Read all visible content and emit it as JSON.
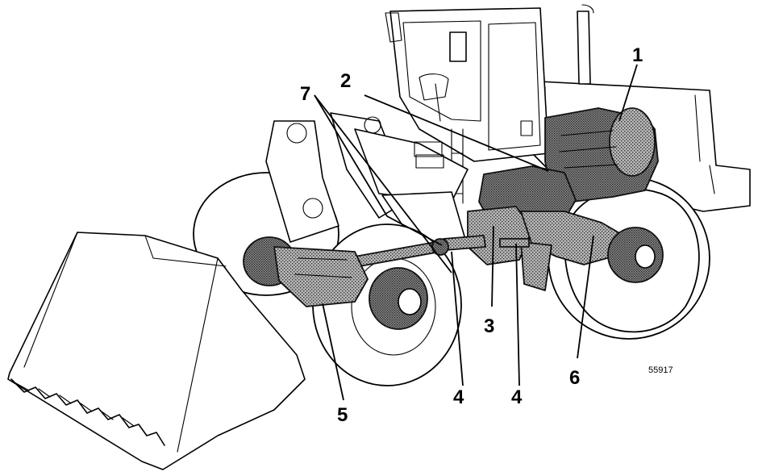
{
  "figure": {
    "figure_number": "55917",
    "callouts": [
      {
        "id": "1",
        "label": "1"
      },
      {
        "id": "2",
        "label": "2"
      },
      {
        "id": "3",
        "label": "3"
      },
      {
        "id": "4a",
        "label": "4"
      },
      {
        "id": "4b",
        "label": "4"
      },
      {
        "id": "5",
        "label": "5"
      },
      {
        "id": "6",
        "label": "6"
      },
      {
        "id": "7",
        "label": "7"
      }
    ]
  }
}
